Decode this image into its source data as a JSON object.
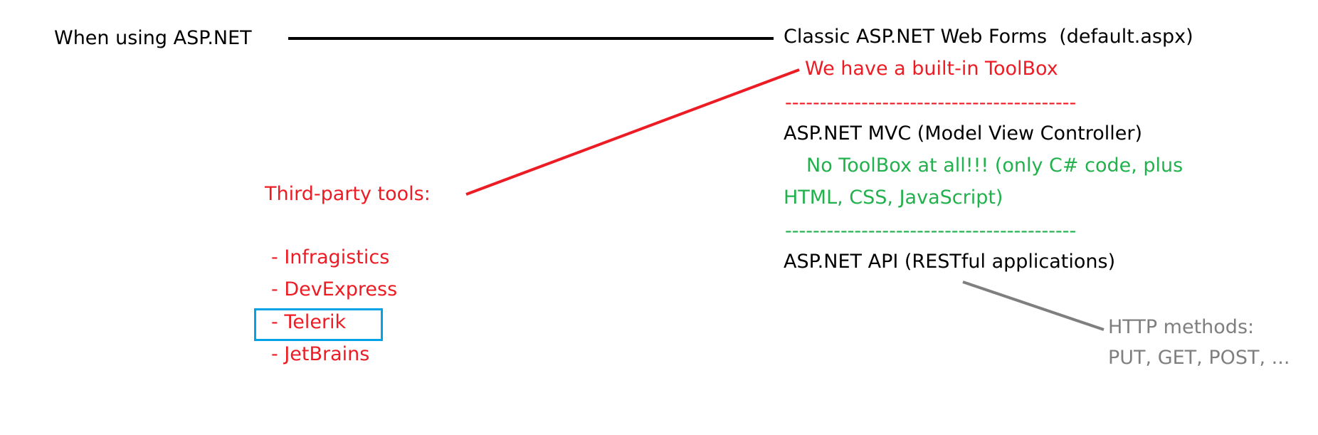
{
  "root": {
    "label": "When using ASP.NET"
  },
  "branches": {
    "webforms": {
      "title": "Classic ASP.NET Web Forms  (default.aspx)",
      "note": "We have a built-in ToolBox",
      "separator": "------------------------------------------"
    },
    "mvc": {
      "title": "ASP.NET MVC (Model View Controller)",
      "note_line1": "No ToolBox at all!!! (only C# code, plus",
      "note_line2": "HTML, CSS, JavaScript)",
      "separator": "------------------------------------------"
    },
    "api": {
      "title": "ASP.NET API (RESTful applications)",
      "note_line1": "HTTP methods:",
      "note_line2": "PUT, GET, POST, ..."
    }
  },
  "third_party": {
    "heading": "Third-party tools:",
    "items": [
      "- Infragistics",
      "- DevExpress",
      "- Telerik",
      "- JetBrains"
    ],
    "highlighted": "- Telerik"
  },
  "colors": {
    "text": "#000000",
    "red": "#ed1c24",
    "green": "#22b14c",
    "gray": "#7f7f7f",
    "highlight": "#00a2e8"
  }
}
